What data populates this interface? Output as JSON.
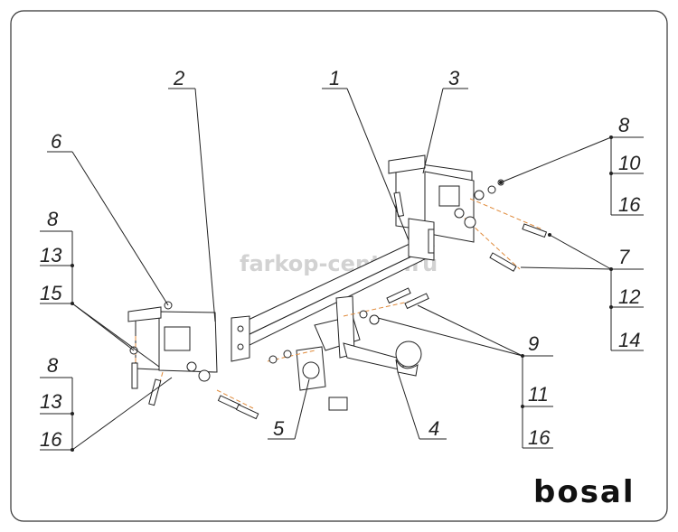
{
  "watermark": "farkop-center.ru",
  "brand_logo": "bosal",
  "callouts": {
    "c1": "1",
    "c2": "2",
    "c3": "3",
    "c4": "4",
    "c5": "5",
    "c6": "6",
    "c7": "7",
    "c9": "9",
    "right_top": [
      "8",
      "10",
      "16"
    ],
    "right_mid": [
      "12",
      "14"
    ],
    "right_bot": [
      "11",
      "16"
    ],
    "left_top": [
      "8",
      "13"
    ],
    "left_mid": "15",
    "left_bot": [
      "8",
      "13",
      "16"
    ]
  },
  "colors": {
    "frame": "#222222",
    "axis": "#e08a3a",
    "watermark": "#d2d2d2"
  }
}
